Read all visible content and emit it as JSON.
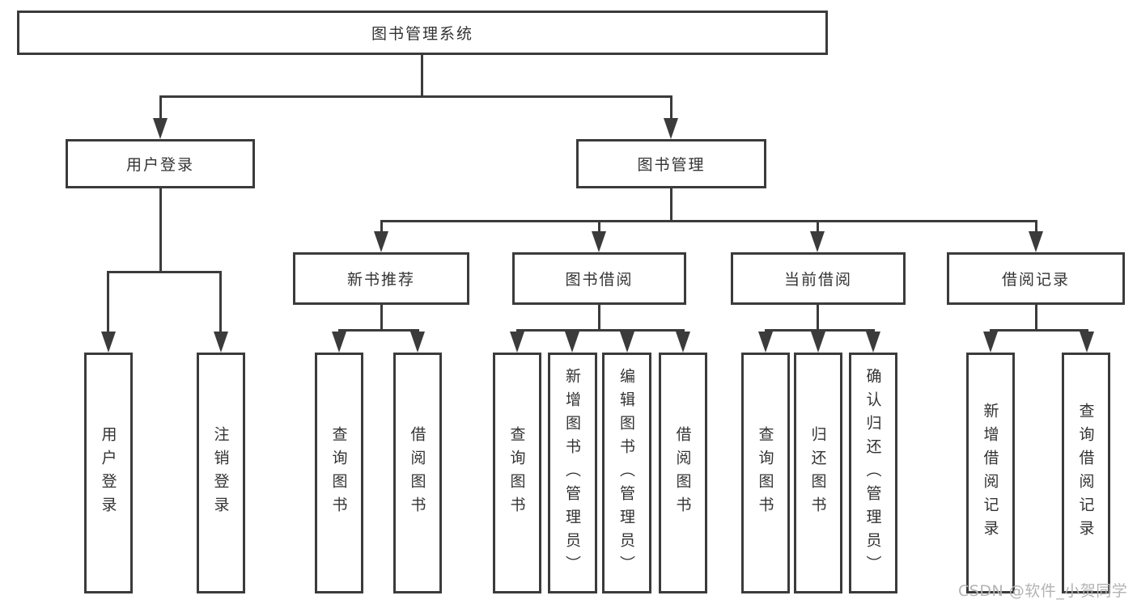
{
  "tree": {
    "root": {
      "label": "图书管理系统"
    },
    "branches": [
      {
        "label": "用户登录",
        "leaves": [
          "用户登录",
          "注销登录"
        ]
      },
      {
        "label": "图书管理",
        "groups": [
          {
            "label": "新书推荐",
            "leaves": [
              "查询图书",
              "借阅图书"
            ]
          },
          {
            "label": "图书借阅",
            "leaves": [
              "查询图书",
              "新增图书（管理员）",
              "编辑图书（管理员）",
              "借阅图书"
            ]
          },
          {
            "label": "当前借阅",
            "leaves": [
              "查询图书",
              "归还图书",
              "确认归还（管理员）"
            ]
          },
          {
            "label": "借阅记录",
            "leaves": [
              "新增借阅记录",
              "查询借阅记录"
            ]
          }
        ]
      }
    ]
  },
  "watermark": "CSDN @软件_小贺同学",
  "colors": {
    "line": "#3b3b3b",
    "text": "#333333",
    "watermark": "#b3b3b3",
    "background": "#ffffff"
  }
}
